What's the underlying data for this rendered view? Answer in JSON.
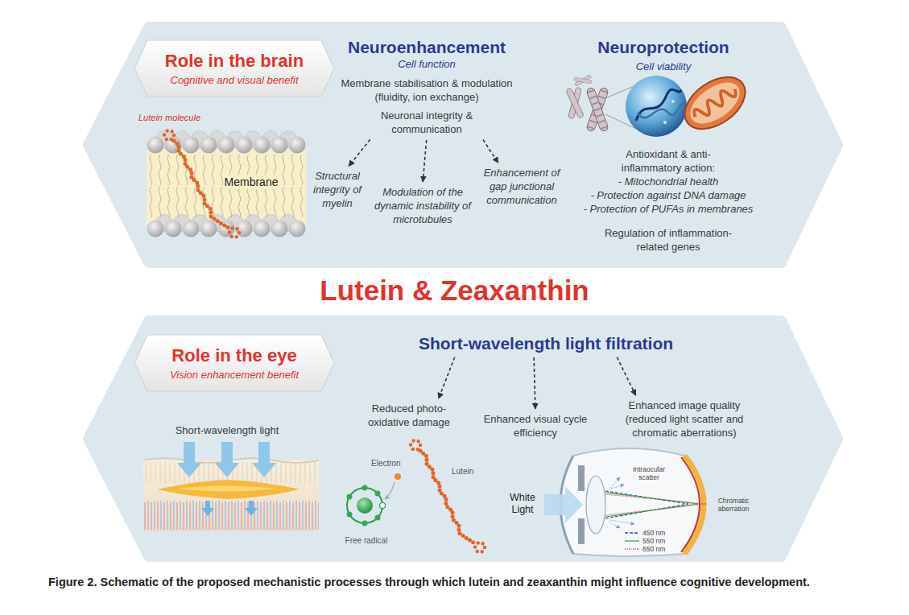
{
  "diagram": {
    "title": "Lutein & Zeaxanthin",
    "caption": "Figure 2. Schematic of the proposed mechanistic processes through which lutein and zeaxanthin might influence cognitive development.",
    "nodes": [
      {
        "text": [
          "Role in the brain",
          "Cognitive and visual benefit"
        ]
      },
      {
        "text": [
          "Neuroenhancement",
          "Cell function",
          "Membrane stabilisation & modulation (fluidity, ion exchange)",
          "Neuronal integrity & communication"
        ]
      },
      {
        "text": [
          "Structural integrity of myelin"
        ]
      },
      {
        "text": [
          "Modulation of the dynamic instability of microtubules"
        ]
      },
      {
        "text": [
          "Enhancement of gap junctional communication"
        ]
      },
      {
        "text": [
          "Role in the eye",
          "Vision enhancement benefit"
        ]
      },
      {
        "text": [
          "Short-wavelength light filtration"
        ]
      },
      {
        "text": [
          "Reduced photo-oxidative damage"
        ]
      },
      {
        "text": [
          "Enhanced visual cycle efficiency"
        ]
      },
      {
        "text": [
          "Enhanced image quality (reduced light scatter and chromatic aberrations)"
        ]
      }
    ],
    "edges": [
      {
        "from": 1,
        "to": 2,
        "arrow": "to"
      },
      {
        "from": 1,
        "to": 3,
        "arrow": "to"
      },
      {
        "from": 1,
        "to": 4,
        "arrow": "to"
      },
      {
        "from": 6,
        "to": 7,
        "arrow": "to"
      },
      {
        "from": 6,
        "to": 8,
        "arrow": "to"
      },
      {
        "from": 6,
        "to": 9,
        "arrow": "to"
      }
    ],
    "labels": [
      "Lutein molecule",
      "Membrane",
      "Neuroprotection",
      "Cell viability",
      "Antioxidant & anti-inflammatory action:",
      "- Mitochondrial health",
      "- Protection against DNA damage",
      "- Protection of PUFAs in membranes",
      "Regulation of inflammation-related genes",
      "Short-wavelength light",
      "Electron",
      "Lutein",
      "Free radical",
      "White Light",
      "Intraocular scatter",
      "Chromatic aberration"
    ],
    "legend": [
      {
        "text": "450 nm"
      },
      {
        "text": "550 nm"
      },
      {
        "text": "650 nm"
      }
    ]
  }
}
